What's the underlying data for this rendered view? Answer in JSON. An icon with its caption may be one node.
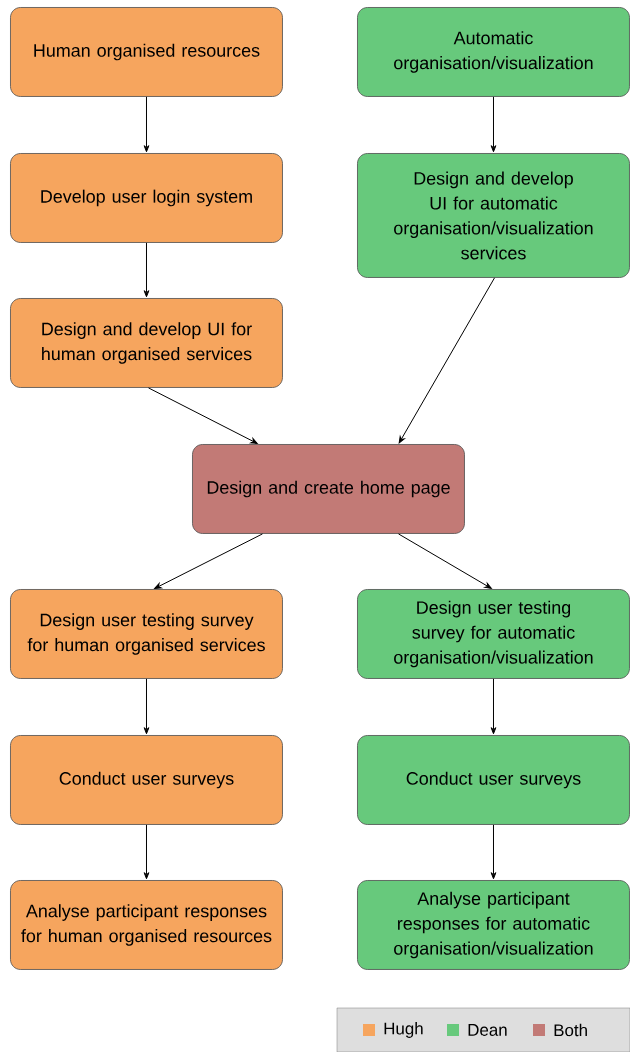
{
  "diagram": {
    "nodes": [
      {
        "text": [
          "Human organised resources"
        ]
      },
      {
        "text": [
          "Automatic organisation/visualization"
        ]
      },
      {
        "text": [
          "Develop user login system"
        ]
      },
      {
        "text": [
          "Design and develop UI for automatic organisation/visualization services"
        ]
      },
      {
        "text": [
          "Design and develop UI for human organised services"
        ]
      },
      {
        "text": [
          "Design and create home page"
        ]
      },
      {
        "text": [
          "Design user testing survey for human organised services"
        ]
      },
      {
        "text": [
          "Design user testing survey for automatic organisation/visualization"
        ]
      },
      {
        "text": [
          "Conduct user surveys"
        ]
      },
      {
        "text": [
          "Conduct user surveys"
        ]
      },
      {
        "text": [
          "Analyse participant responses for human organised resources"
        ]
      },
      {
        "text": [
          "Analyse participant responses for automatic organisation/visualization"
        ]
      }
    ],
    "edges": [
      {
        "from": 0,
        "to": 2,
        "arrow": "to"
      },
      {
        "from": 2,
        "to": 4,
        "arrow": "to"
      },
      {
        "from": 4,
        "to": 5,
        "arrow": "to"
      },
      {
        "from": 1,
        "to": 3,
        "arrow": "to"
      },
      {
        "from": 3,
        "to": 5,
        "arrow": "to"
      },
      {
        "from": 5,
        "to": 6,
        "arrow": "to"
      },
      {
        "from": 5,
        "to": 7,
        "arrow": "to"
      },
      {
        "from": 6,
        "to": 8,
        "arrow": "to"
      },
      {
        "from": 8,
        "to": 10,
        "arrow": "to"
      },
      {
        "from": 7,
        "to": 9,
        "arrow": "to"
      },
      {
        "from": 9,
        "to": 11,
        "arrow": "to"
      }
    ],
    "legend": [
      {
        "text": "Hugh",
        "color": "#f6a55e"
      },
      {
        "text": "Dean",
        "color": "#67c97c"
      },
      {
        "text": "Both",
        "color": "#c27a76"
      }
    ]
  }
}
